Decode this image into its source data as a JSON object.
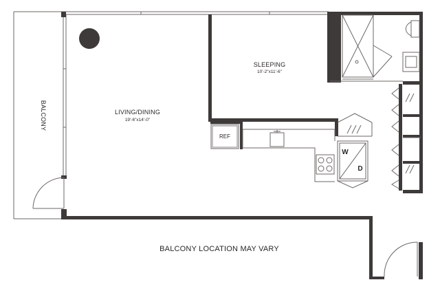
{
  "rooms": {
    "living_dining": {
      "name": "LIVING/DINING",
      "dims": "19'-6\"x14'-0\""
    },
    "sleeping": {
      "name": "SLEEPING",
      "dims": "10'-2\"x11'-6\""
    },
    "balcony": {
      "name": "BALCONY"
    }
  },
  "appliances": {
    "refrigerator": "REF",
    "washer": "W",
    "dryer": "D"
  },
  "note": "BALCONY LOCATION MAY VARY",
  "colors": {
    "wall": "#3e3a39",
    "line": "#6b6766",
    "text": "#2a2726"
  }
}
